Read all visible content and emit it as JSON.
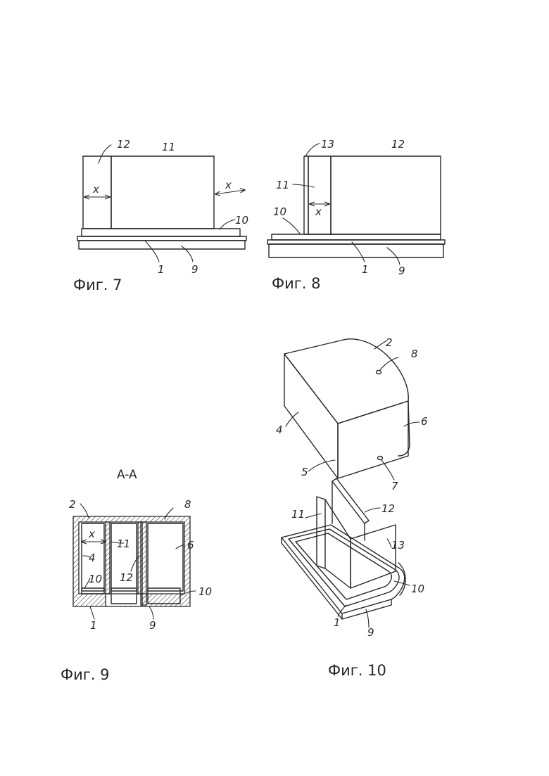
{
  "figures": {
    "fig7": {
      "caption": "Фиг. 7",
      "labels": {
        "l12": "12",
        "l11": "11",
        "lx_left": "x",
        "lx_right": "x",
        "l10": "10",
        "l1": "1",
        "l9": "9"
      }
    },
    "fig8": {
      "caption": "Фиг. 8",
      "labels": {
        "l13": "13",
        "l12": "12",
        "l11": "11",
        "lx": "x",
        "l10": "10",
        "l1": "1",
        "l9": "9"
      }
    },
    "fig9": {
      "caption": "Фиг. 9",
      "section": "A-A",
      "labels": {
        "l2": "2",
        "l8": "8",
        "lx": "x",
        "l11": "11",
        "l6": "6",
        "l4": "4",
        "l12": "12",
        "l10_left": "10",
        "l10_right": "10",
        "l1": "1",
        "l9": "9"
      }
    },
    "fig10": {
      "caption": "Фиг. 10",
      "labels": {
        "l2": "2",
        "l8": "8",
        "l4": "4",
        "l6": "6",
        "l5": "5",
        "l7": "7",
        "l11": "11",
        "l12": "12",
        "l13": "13",
        "l10": "10",
        "l1": "1",
        "l9": "9"
      }
    }
  }
}
